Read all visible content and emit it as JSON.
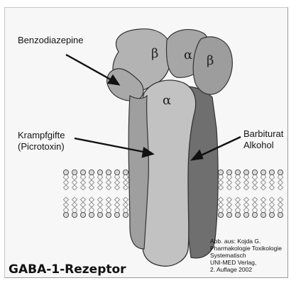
{
  "title": "GABA-1-Rezeptor",
  "labels": {
    "benzodiazepine": "Benzodiazepine",
    "krampfgifte_line1": "Krampfgifte",
    "krampfgifte_line2": "(Picrotoxin)",
    "barbiturat_line1": "Barbiturat",
    "barbiturat_line2": "Alkohol"
  },
  "subunits": {
    "beta_left": "β",
    "alpha_top": "α",
    "beta_right": "β",
    "alpha_front": "α"
  },
  "credit": {
    "line1": "Abb. aus: Kojda G.",
    "line2": "Pharmakologie Toxikologie",
    "line3": "Systematisch",
    "line4": "UNI-MED Verlag,",
    "line5": "2. Auflage  2002"
  },
  "colors": {
    "protein_light": "#b9b9b9",
    "protein_mid": "#9d9d9d",
    "protein_dark": "#6f6f6f",
    "membrane": "#8a8a8a",
    "background": "#f7f7f7"
  }
}
